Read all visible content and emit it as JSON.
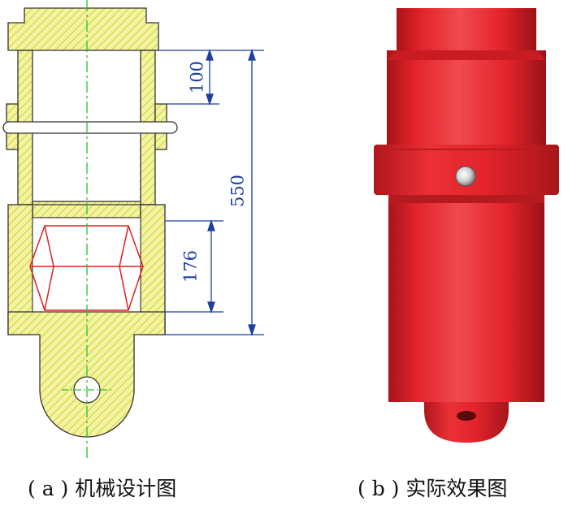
{
  "figure_a": {
    "caption": "( a ) 机械设计图",
    "dimensions": {
      "dim_top": "100",
      "dim_total": "550",
      "dim_bottom": "176"
    }
  },
  "figure_b": {
    "caption": "( b ) 实际效果图"
  },
  "colors": {
    "hatch": "#d8d800",
    "fill": "#f3f3a4",
    "outline": "#333333",
    "dimension": "#1f3fa0",
    "centerline": "#2bbf2b",
    "spring": "#e02020",
    "red_main": "#e3242b"
  }
}
